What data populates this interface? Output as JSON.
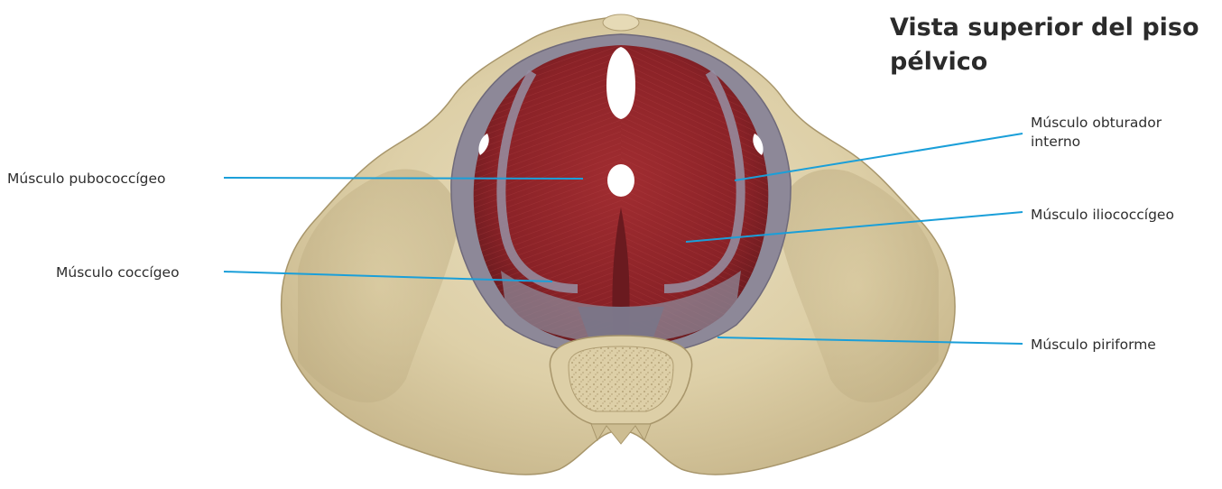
{
  "figure": {
    "title": "Vista superior del piso pélvico",
    "leader_color": "#1a9fd9",
    "colors": {
      "bone": "#ddcfa7",
      "bone_shadow": "#bfae83",
      "muscle": "#8e2429",
      "muscle_dark": "#6a1a1f",
      "fascia": "#8d8898"
    },
    "labels": {
      "pubococcygeus": "Músculo pubococcígeo",
      "coccygeus": "Músculo coccígeo",
      "obturator_internus_line1": "Músculo obturador",
      "obturator_internus_line2": "interno",
      "iliococcygeus": "Músculo iliococcígeo",
      "piriformis": "Músculo piriforme"
    }
  }
}
